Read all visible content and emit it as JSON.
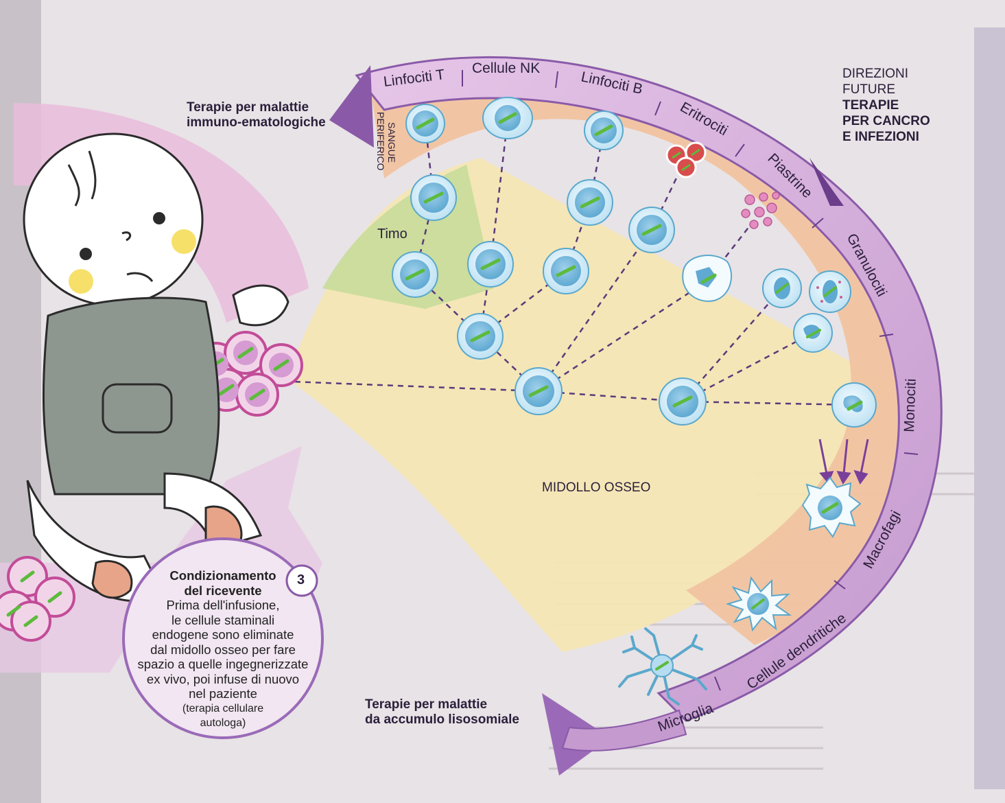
{
  "arc_labels": {
    "linfociti_t": "Linfociti T",
    "cellule_nk": "Cellule NK",
    "linfociti_b": "Linfociti B",
    "eritrociti": "Eritrociti",
    "piastrine": "Piastrine",
    "granulociti": "Granulociti",
    "monociti": "Monociti",
    "macrofagi": "Macrofagi",
    "cellule_dendritiche": "Cellule dendritiche",
    "microglia": "Microglia"
  },
  "region_labels": {
    "sangue_line1": "SANGUE",
    "sangue_line2": "PERIFERICO",
    "timo": "Timo",
    "midollo": "MIDOLLO OSSEO"
  },
  "headings": {
    "immuno_line1": "Terapie per malattie",
    "immuno_line2": "immuno-ematologiche",
    "lisosomiale_line1": "Terapie per malattie",
    "lisosomiale_line2": "da accumulo lisosomiale",
    "future_line1": "DIREZIONI",
    "future_line2": "FUTURE",
    "future_line3": "TERAPIE",
    "future_line4": "PER CANCRO",
    "future_line5": "E INFEZIONI"
  },
  "conditioning": {
    "step_number": "3",
    "title_line1": "Condizionamento",
    "title_line2": "del ricevente",
    "body_lines": [
      "Prima dell'infusione,",
      "le cellule staminali",
      "endogene sono eliminate",
      "dal midollo osseo per fare",
      "spazio a quelle ingegnerizzate",
      "ex vivo, poi infuse di nuovo",
      "nel paziente"
    ],
    "note_line1": "(terapia cellulare",
    "note_line2": "autologa)"
  },
  "colors": {
    "arc_purple": "#8a5aa8",
    "arc_light": "#d6b4dc",
    "peach": "#f1c3a0",
    "marrow": "#f4e6b4",
    "thymus": "#c8dc9a",
    "cell_fill": "#d3ecf6",
    "cell_stroke": "#5aa8cc",
    "chromosome": "#5cbb3c",
    "pink": "#d98cc5"
  }
}
